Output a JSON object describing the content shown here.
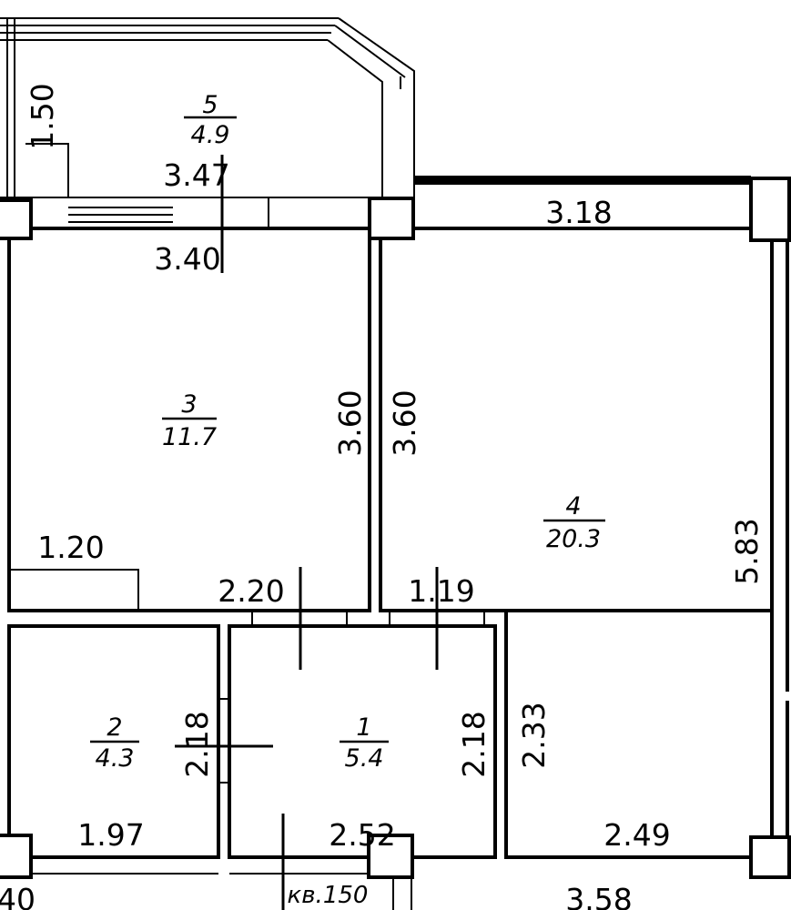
{
  "rooms": [
    {
      "id": "room-5",
      "number": "5",
      "area": "4.9"
    },
    {
      "id": "room-3",
      "number": "3",
      "area": "11.7"
    },
    {
      "id": "room-4",
      "number": "4",
      "area": "20.3"
    },
    {
      "id": "room-2",
      "number": "2",
      "area": "4.3"
    },
    {
      "id": "room-1",
      "number": "1",
      "area": "5.4"
    }
  ],
  "dimensions": {
    "balcony_height": "1.50",
    "balcony_width": "3.47",
    "room3_top": "3.40",
    "room4_top": "3.18",
    "room3_right": "3.60",
    "room4_left": "3.60",
    "room4_right": "5.83",
    "room3_bottom_left": "1.20",
    "room3_bottom_right": "2.20",
    "corridor_top": "1.19",
    "room2_right": "2.18",
    "room1_right": "2.18",
    "room4_lower_left": "2.33",
    "room2_bottom": "1.97",
    "room1_bottom": "2.52",
    "room4_bottom": "2.49",
    "outer_left_bottom": "40",
    "outer_right_bottom": "3.58"
  },
  "apartment_label": "кв.150"
}
